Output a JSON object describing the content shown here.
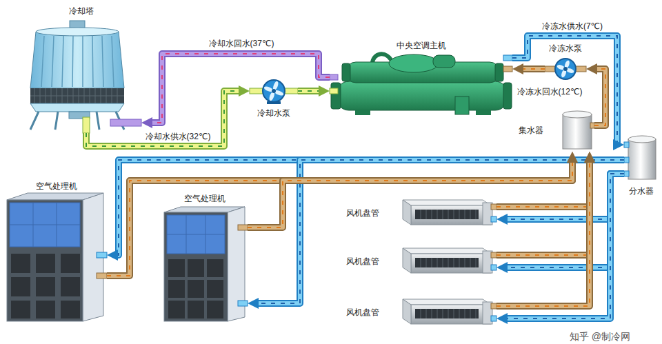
{
  "diagram": {
    "nodes": [
      {
        "text": [
          "冷却塔"
        ]
      },
      {
        "text": [
          "冷却水泵"
        ]
      },
      {
        "text": [
          "中央空调主机"
        ]
      },
      {
        "text": [
          "冷冻水泵"
        ]
      },
      {
        "text": [
          "集水器"
        ]
      },
      {
        "text": [
          "分水器"
        ]
      },
      {
        "text": [
          "空气处理机"
        ]
      },
      {
        "text": [
          "空气处理机"
        ]
      },
      {
        "text": [
          "风机盘管"
        ]
      },
      {
        "text": [
          "风机盘管"
        ]
      },
      {
        "text": [
          "风机盘管"
        ]
      }
    ],
    "edges": [
      {
        "from": 2,
        "to": 0,
        "arrow": "to",
        "label": "冷却水回水(37℃)"
      },
      {
        "from": 0,
        "to": 1,
        "arrow": "to",
        "label": "冷却水供水(32℃)"
      },
      {
        "from": 1,
        "to": 2,
        "arrow": "to"
      },
      {
        "from": 2,
        "to": 5,
        "arrow": "to",
        "label": "冷冻水供水(7℃)"
      },
      {
        "from": 4,
        "to": 3,
        "arrow": "to"
      },
      {
        "from": 3,
        "to": 2,
        "arrow": "to",
        "label": "冷冻水回水(12℃)"
      },
      {
        "from": 5,
        "to": 6,
        "arrow": "to"
      },
      {
        "from": 5,
        "to": 7,
        "arrow": "to"
      },
      {
        "from": 5,
        "to": 8,
        "arrow": "to"
      },
      {
        "from": 5,
        "to": 9,
        "arrow": "to"
      },
      {
        "from": 5,
        "to": 10,
        "arrow": "to"
      },
      {
        "from": 6,
        "to": 4,
        "arrow": "to"
      },
      {
        "from": 7,
        "to": 4,
        "arrow": "to"
      },
      {
        "from": 8,
        "to": 4,
        "arrow": "to"
      },
      {
        "from": 9,
        "to": 4,
        "arrow": "to"
      },
      {
        "from": 10,
        "to": 4,
        "arrow": "to"
      }
    ],
    "labels": [
      "知乎 @制冷网"
    ]
  }
}
